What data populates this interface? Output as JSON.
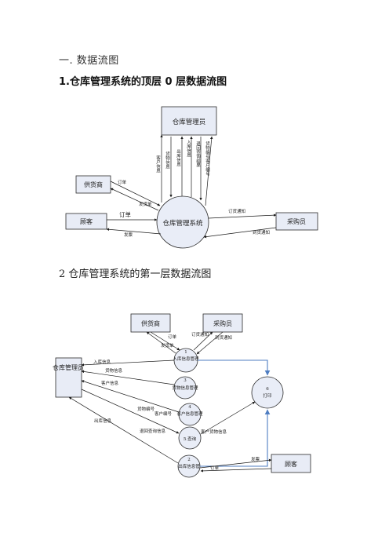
{
  "headings": {
    "section": "一.    数据流图",
    "top_level": "1.仓库管理系统的顶层 0 层数据流图",
    "first_level": "2 仓库管理系统的第一层数据流图"
  },
  "diagram1": {
    "entities": {
      "manager": "仓库管理员",
      "supplier": "供货商",
      "customer": "顾客",
      "buyer": "采购员"
    },
    "process": "仓库管理系统",
    "flows": {
      "customer_info": "客户信息",
      "goods_info": "货物信息",
      "outbound_info": "出库信息",
      "inbound_info": "入库信息",
      "return_query": "退回查询结果",
      "goods_cust_no": "货物编号客户编号",
      "order_supplier": "订单",
      "delivery_supplier": "发货单",
      "order_customer": "订单",
      "delivery_customer": "发票",
      "order_notice": "订货通知",
      "arrival_notice": "到货通知"
    }
  },
  "diagram2": {
    "entities": {
      "supplier": "供货商",
      "buyer": "采购员",
      "manager": "仓库管理员",
      "customer": "顾客"
    },
    "processes": {
      "p1_num": "1",
      "p1_name": "入库信息管理",
      "p3_num": "3",
      "p3_name": "货物信息管理",
      "p4_num": "4",
      "p4_name": "客户信息管理",
      "p5_name": "5.查询",
      "p2_num": "2",
      "p2_name": "出库信息管",
      "p6_num": "6",
      "p6_name": "打印"
    },
    "flows": {
      "order": "订单",
      "delivery": "发货单",
      "order_notice": "订货通知",
      "arrival_notice": "到货通知",
      "inbound_info": "入库信息",
      "goods_info": "货物信息",
      "customer_info": "客户信息",
      "goods_no": "货物编号",
      "customer_no": "客户编号",
      "outbound_info": "出库信息",
      "return_query": "退回查询信息",
      "cust_goods_info": "客户货物信息",
      "invoice": "发票",
      "order2": "订单"
    }
  },
  "colors": {
    "box_fill": "#e8ecf6",
    "arrow_blue": "#4f7ec2"
  }
}
